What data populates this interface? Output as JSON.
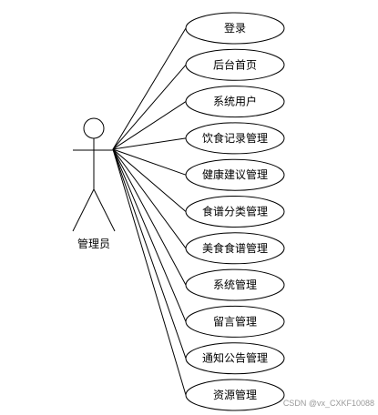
{
  "actor": {
    "label": "管理员"
  },
  "use_cases": [
    {
      "label": "登录"
    },
    {
      "label": "后台首页"
    },
    {
      "label": "系统用户"
    },
    {
      "label": "饮食记录管理"
    },
    {
      "label": "健康建议管理"
    },
    {
      "label": "食谱分类管理"
    },
    {
      "label": "美食食谱管理"
    },
    {
      "label": "系统管理"
    },
    {
      "label": "留言管理"
    },
    {
      "label": "通知公告管理"
    },
    {
      "label": "资源管理"
    }
  ],
  "watermark": "CSDN @vx_CXKF10088",
  "colors": {
    "stroke": "#000000",
    "background": "#ffffff",
    "watermark": "#9a9a9a"
  }
}
